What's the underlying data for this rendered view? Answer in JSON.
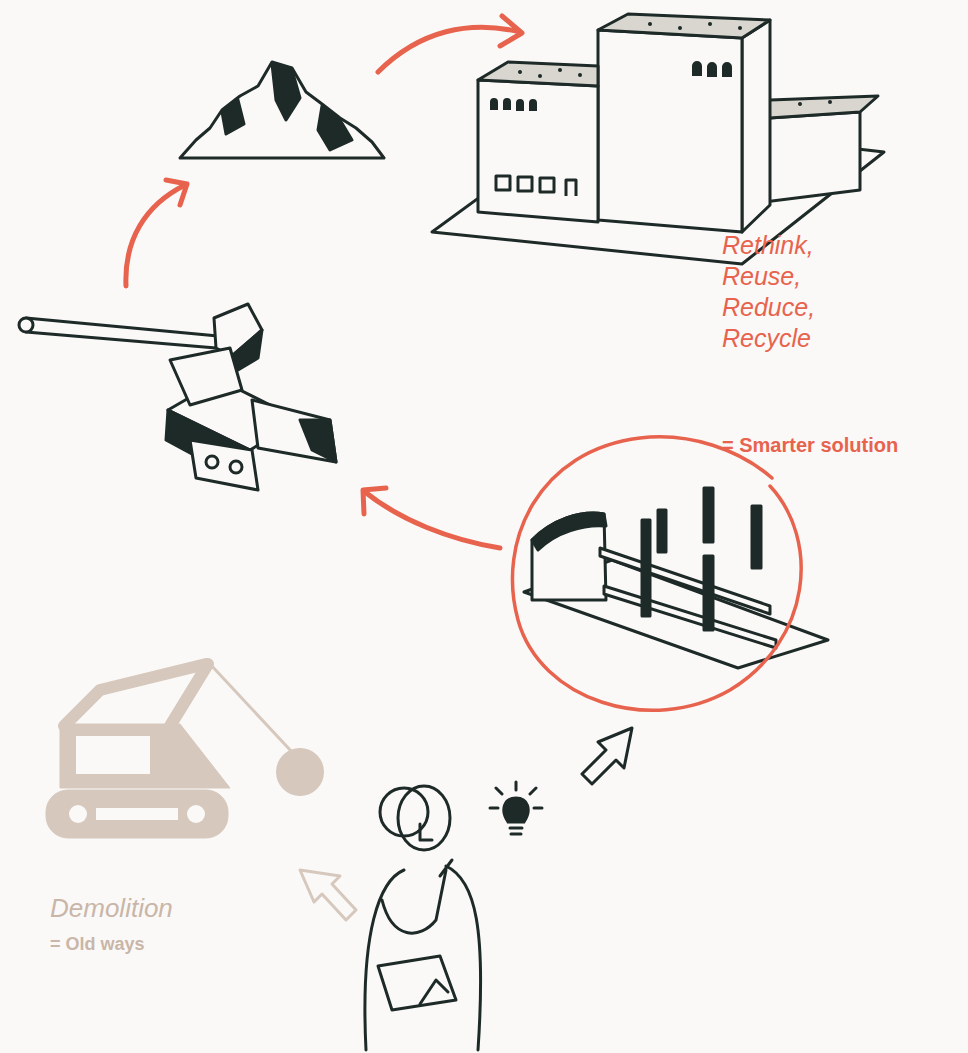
{
  "diagram": {
    "labels": [
      "Rethink, Reuse, Reduce, Recycle",
      "= Smarter solution",
      "Demolition",
      "= Old ways"
    ]
  }
}
